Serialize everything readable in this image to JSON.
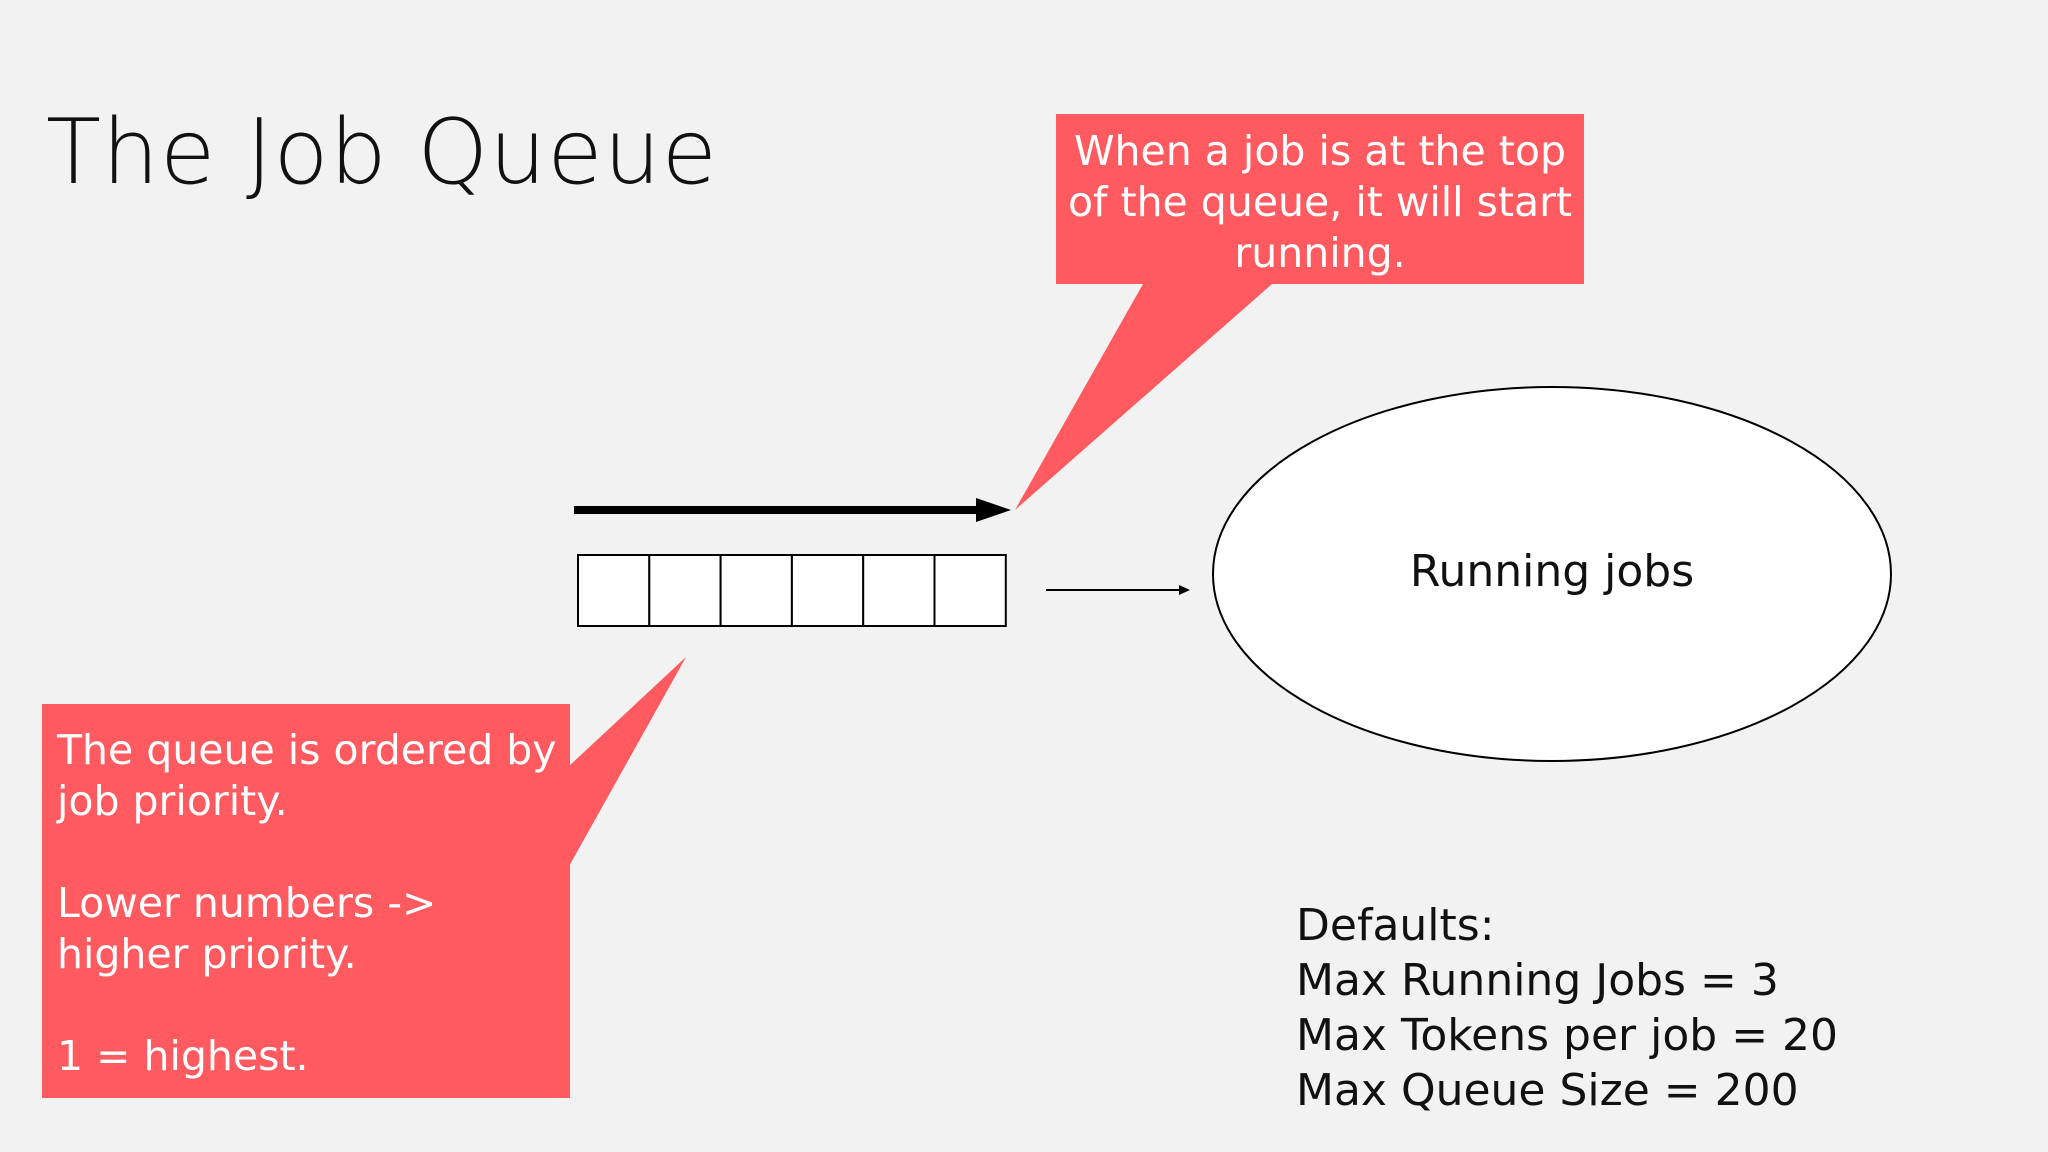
{
  "slide": {
    "title": "The Job Queue",
    "queue": {
      "slot_count": 6
    },
    "callout_top": {
      "lines": [
        "When a job is at the top",
        "of the queue, it will start",
        "running."
      ],
      "fill_color": "#ff5a5f"
    },
    "callout_left": {
      "paragraphs": [
        "The queue is ordered by job priority.",
        "Lower numbers -> higher priority.",
        "1 = highest."
      ],
      "fill_color": "#ff5a5f"
    },
    "running_jobs": {
      "label": "Running jobs"
    },
    "defaults": {
      "heading": "Defaults:",
      "items": [
        "Max Running Jobs = 3",
        "Max Tokens per job = 20",
        "Max Queue Size = 200"
      ]
    }
  }
}
